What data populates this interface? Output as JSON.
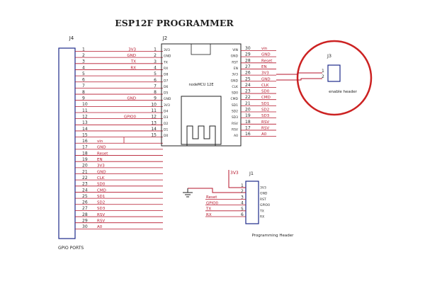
{
  "title": "ESP12F PROGRAMMER",
  "colors": {
    "wire": "#b5162b",
    "ink": "#222222",
    "pin": "#2b2b2b",
    "circle": "#cc2222",
    "box": "#1d2a8a"
  },
  "j4": {
    "ref": "J4",
    "caption": "GPIO PORTS",
    "pins": [
      {
        "n": "1",
        "net": "3V3"
      },
      {
        "n": "2",
        "net": "GND"
      },
      {
        "n": "3",
        "net": "TX"
      },
      {
        "n": "4",
        "net": "RX"
      },
      {
        "n": "5",
        "net": ""
      },
      {
        "n": "6",
        "net": ""
      },
      {
        "n": "7",
        "net": ""
      },
      {
        "n": "8",
        "net": ""
      },
      {
        "n": "9",
        "net": "GND"
      },
      {
        "n": "10",
        "net": ""
      },
      {
        "n": "11",
        "net": ""
      },
      {
        "n": "12",
        "net": "GPIO0"
      },
      {
        "n": "13",
        "net": ""
      },
      {
        "n": "14",
        "net": ""
      },
      {
        "n": "15",
        "net": ""
      },
      {
        "n": "16",
        "net": "vin"
      },
      {
        "n": "17",
        "net": "GND"
      },
      {
        "n": "18",
        "net": "Reset"
      },
      {
        "n": "19",
        "net": "EN"
      },
      {
        "n": "20",
        "net": "3V3"
      },
      {
        "n": "21",
        "net": "GND"
      },
      {
        "n": "22",
        "net": "CLK"
      },
      {
        "n": "23",
        "net": "SD0"
      },
      {
        "n": "24",
        "net": "CMD"
      },
      {
        "n": "25",
        "net": "SD1"
      },
      {
        "n": "26",
        "net": "SD2"
      },
      {
        "n": "27",
        "net": "SD3"
      },
      {
        "n": "28",
        "net": "RSV"
      },
      {
        "n": "29",
        "net": "RSV"
      },
      {
        "n": "30",
        "net": "A0"
      }
    ]
  },
  "j2": {
    "ref": "J2",
    "module_label": "nodeMCU 12E",
    "left": [
      {
        "pin": "3V3",
        "n": "1"
      },
      {
        "pin": "GND",
        "n": "2"
      },
      {
        "pin": "TX",
        "n": "3"
      },
      {
        "pin": "RX",
        "n": "4"
      },
      {
        "pin": "D8",
        "n": "5"
      },
      {
        "pin": "D7",
        "n": "6"
      },
      {
        "pin": "D6",
        "n": "7"
      },
      {
        "pin": "D5",
        "n": "8"
      },
      {
        "pin": "GND",
        "n": "9"
      },
      {
        "pin": "3V3",
        "n": "10"
      },
      {
        "pin": "D4",
        "n": "11"
      },
      {
        "pin": "D3",
        "n": "12"
      },
      {
        "pin": "D2",
        "n": "13"
      },
      {
        "pin": "D1",
        "n": "14"
      },
      {
        "pin": "D0",
        "n": "15"
      }
    ],
    "right": [
      {
        "pin": "VIN",
        "n": "30",
        "net": "vin"
      },
      {
        "pin": "GND",
        "n": "29",
        "net": "GND"
      },
      {
        "pin": "RST",
        "n": "28",
        "net": "Reset"
      },
      {
        "pin": "EN",
        "n": "27",
        "net": "EN"
      },
      {
        "pin": "3V3",
        "n": "26",
        "net": "3V3"
      },
      {
        "pin": "GND",
        "n": "25",
        "net": "GND"
      },
      {
        "pin": "CLK",
        "n": "24",
        "net": "CLK"
      },
      {
        "pin": "SD0",
        "n": "23",
        "net": "SD0"
      },
      {
        "pin": "CMD",
        "n": "22",
        "net": "CMD"
      },
      {
        "pin": "SD1",
        "n": "21",
        "net": "SD1"
      },
      {
        "pin": "SD2",
        "n": "20",
        "net": "SD2"
      },
      {
        "pin": "SD3",
        "n": "19",
        "net": "SD3"
      },
      {
        "pin": "RSV",
        "n": "18",
        "net": "RSV"
      },
      {
        "pin": "RSV",
        "n": "17",
        "net": "RSV"
      },
      {
        "pin": "A0",
        "n": "16",
        "net": "A0"
      }
    ]
  },
  "j3": {
    "ref": "J3",
    "caption": "enable header",
    "pins": [
      "1",
      "2"
    ]
  },
  "j1": {
    "ref": "J1",
    "caption": "Programming Header",
    "supply": "3V3",
    "pins": [
      {
        "n": "1",
        "pin": "3V3",
        "net": ""
      },
      {
        "n": "2",
        "pin": "GND",
        "net": ""
      },
      {
        "n": "3",
        "pin": "RST",
        "net": "Reset"
      },
      {
        "n": "4",
        "pin": "GPIO0",
        "net": "GPIO0"
      },
      {
        "n": "5",
        "pin": "TX",
        "net": "TX"
      },
      {
        "n": "6",
        "pin": "RX",
        "net": "RX"
      }
    ]
  }
}
